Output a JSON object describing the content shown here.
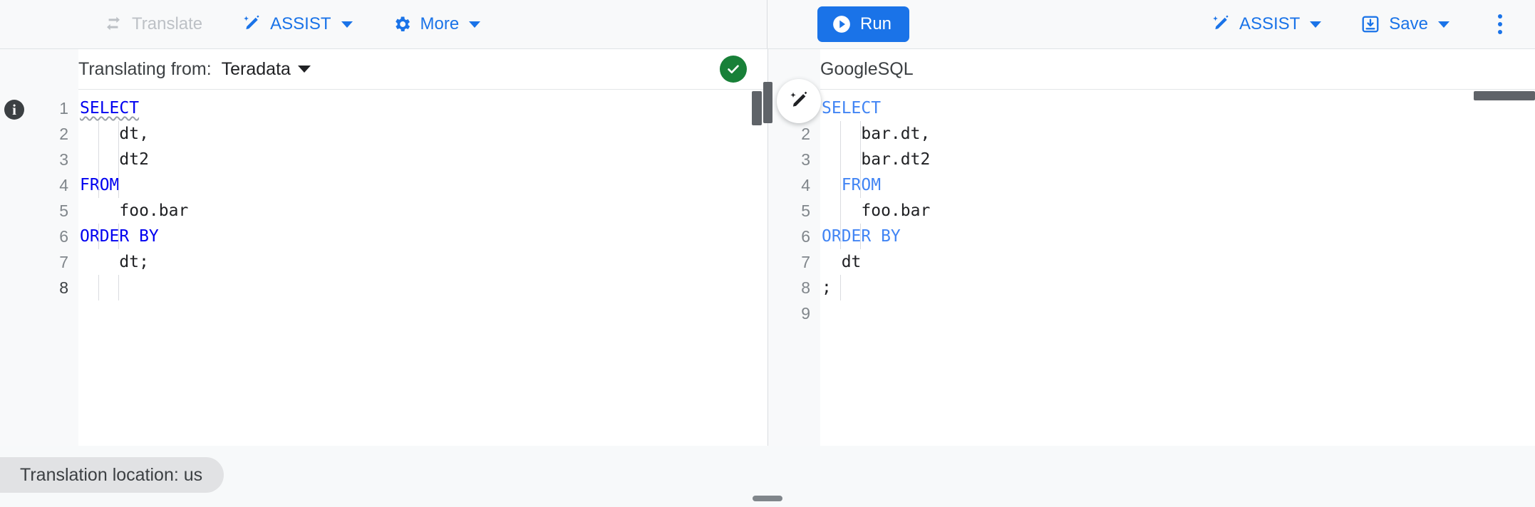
{
  "toolbar": {
    "left": [
      {
        "label": "Translate",
        "icon": "swap-horizontal-icon",
        "disabled": true,
        "caret": false
      },
      {
        "label": "ASSIST",
        "icon": "magic-wand-icon",
        "disabled": false,
        "caret": true
      },
      {
        "label": "More",
        "icon": "gear-icon",
        "disabled": false,
        "caret": true
      }
    ],
    "run_label": "Run",
    "run_icon": "play-circle-icon",
    "right": [
      {
        "label": "ASSIST",
        "icon": "magic-wand-icon",
        "caret": true
      },
      {
        "label": "Save",
        "icon": "save-icon",
        "caret": true
      }
    ],
    "overflow_icon": "kebab-menu-icon"
  },
  "left_pane": {
    "header_label": "Translating from:",
    "dialect": "Teradata",
    "status_icon": "check-circle-icon",
    "status_color": "#188038",
    "info_icon": "info-icon",
    "info_glyph": "i",
    "line_numbers": [
      "1",
      "2",
      "3",
      "4",
      "5",
      "6",
      "7",
      "8"
    ],
    "current_line": "8",
    "code_lines": [
      {
        "indent": 0,
        "tokens": [
          {
            "t": "SELECT",
            "kw": true,
            "squiggly": true
          }
        ]
      },
      {
        "indent": 2,
        "tokens": [
          {
            "t": "dt,",
            "kw": false
          }
        ]
      },
      {
        "indent": 2,
        "tokens": [
          {
            "t": "dt2",
            "kw": false
          }
        ]
      },
      {
        "indent": 0,
        "tokens": [
          {
            "t": "FROM",
            "kw": true
          }
        ]
      },
      {
        "indent": 2,
        "tokens": [
          {
            "t": "foo.bar",
            "kw": false
          }
        ]
      },
      {
        "indent": 0,
        "tokens": [
          {
            "t": "ORDER BY",
            "kw": true
          }
        ]
      },
      {
        "indent": 2,
        "tokens": [
          {
            "t": "dt;",
            "kw": false
          }
        ]
      },
      {
        "indent": 0,
        "tokens": [
          {
            "t": "",
            "kw": false
          }
        ]
      }
    ]
  },
  "right_pane": {
    "header_label": "GoogleSQL",
    "assist_fab_icon": "magic-wand-icon",
    "line_numbers": [
      "1",
      "2",
      "3",
      "4",
      "5",
      "6",
      "7",
      "8",
      "9"
    ],
    "code_lines": [
      {
        "indent": 0,
        "tokens": [
          {
            "t": "SELECT",
            "kw": true
          }
        ]
      },
      {
        "indent": 2,
        "tokens": [
          {
            "t": "bar.dt,",
            "kw": false
          }
        ]
      },
      {
        "indent": 2,
        "tokens": [
          {
            "t": "bar.dt2",
            "kw": false
          }
        ]
      },
      {
        "indent": 1,
        "tokens": [
          {
            "t": "FROM",
            "kw": true
          }
        ]
      },
      {
        "indent": 2,
        "tokens": [
          {
            "t": "foo.bar",
            "kw": false
          }
        ]
      },
      {
        "indent": 0,
        "tokens": [
          {
            "t": "ORDER BY",
            "kw": true
          }
        ]
      },
      {
        "indent": 1,
        "tokens": [
          {
            "t": "dt",
            "kw": false
          }
        ]
      },
      {
        "indent": 0,
        "tokens": [
          {
            "t": ";",
            "kw": false
          }
        ]
      },
      {
        "indent": 0,
        "tokens": [
          {
            "t": "",
            "kw": false
          }
        ]
      }
    ]
  },
  "footer": {
    "location_pill": "Translation location: us",
    "drag_handle": "resize-handle"
  },
  "colors": {
    "accent": "#1a73e8",
    "keyword_left": "#0000f0",
    "keyword_right": "#4285f4",
    "success": "#188038",
    "disabled": "#bdc1c6"
  }
}
